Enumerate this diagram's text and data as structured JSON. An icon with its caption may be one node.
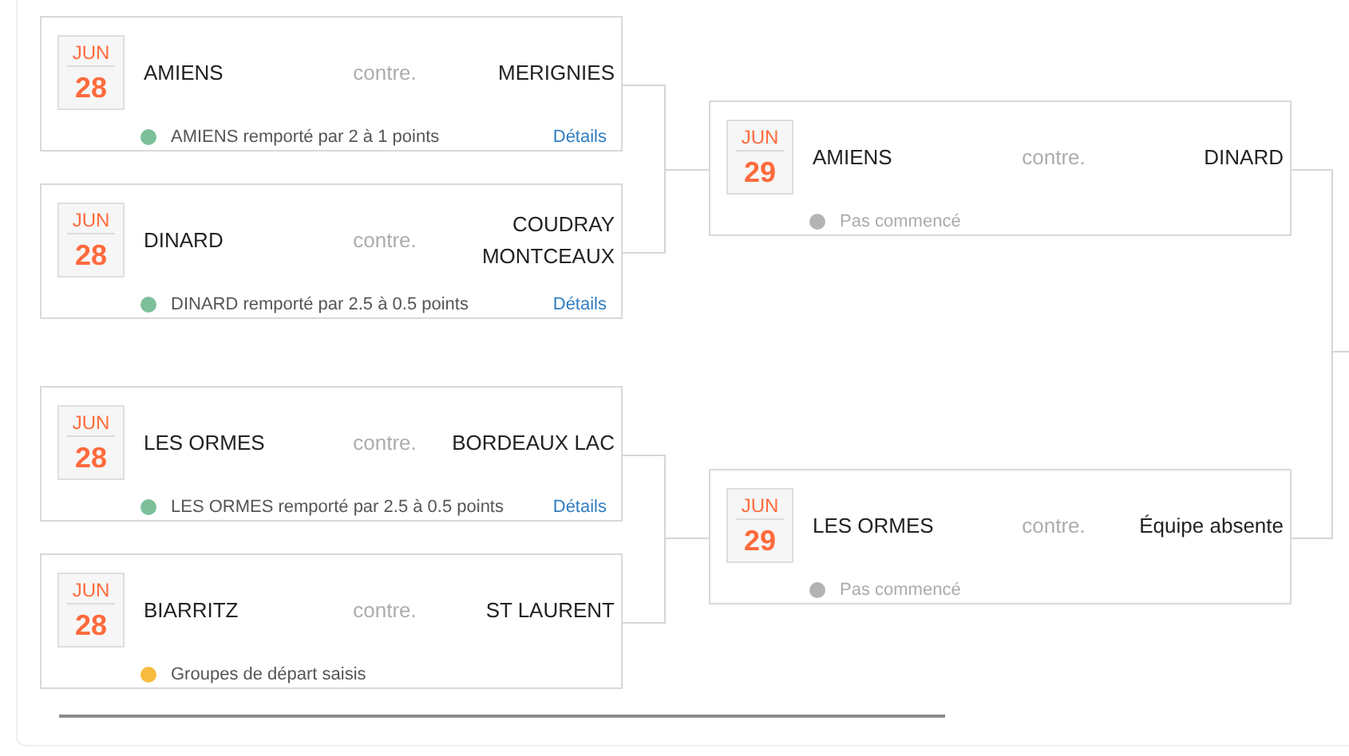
{
  "diagram": {
    "nodes": [
      {
        "text": [
          "AMIENS",
          "contre.",
          "MERIGNIES",
          "AMIENS remporté par 2 à 1 points",
          "Détails"
        ]
      },
      {
        "text": [
          "JUN",
          "28"
        ],
        "in": 0
      },
      {
        "text": [
          "DINARD",
          "contre.",
          "COUDRAY MONTCEAUX",
          "DINARD remporté par 2.5 à 0.5 points",
          "Détails"
        ]
      },
      {
        "text": [
          "JUN",
          "28"
        ],
        "in": 2
      },
      {
        "text": [
          "AMIENS",
          "contre.",
          "DINARD",
          "Pas commencé"
        ]
      },
      {
        "text": [
          "JUN",
          "29"
        ],
        "in": 4
      },
      {
        "text": [
          "LES ORMES",
          "contre.",
          "BORDEAUX LAC",
          "LES ORMES remporté par 2.5 à 0.5 points",
          "Détails"
        ]
      },
      {
        "text": [
          "JUN",
          "28"
        ],
        "in": 6
      },
      {
        "text": [
          "LES ORMES",
          "contre.",
          "Équipe absente",
          "Pas commencé"
        ]
      },
      {
        "text": [
          "JUN",
          "29"
        ],
        "in": 8
      },
      {
        "text": [
          "BIARRITZ",
          "contre.",
          "ST LAURENT",
          "Groupes de départ saisis"
        ]
      },
      {
        "text": [
          "JUN",
          "28"
        ],
        "in": 10
      }
    ],
    "edges": [
      {
        "from": 0,
        "to": 4,
        "arrow": "none"
      },
      {
        "from": 2,
        "to": 4,
        "arrow": "none"
      },
      {
        "from": 6,
        "to": 8,
        "arrow": "none"
      },
      {
        "from": 10,
        "to": 8,
        "arrow": "none"
      },
      {
        "from": 4,
        "to": null,
        "arrow": "none"
      },
      {
        "from": 8,
        "to": null,
        "arrow": "none"
      }
    ]
  }
}
